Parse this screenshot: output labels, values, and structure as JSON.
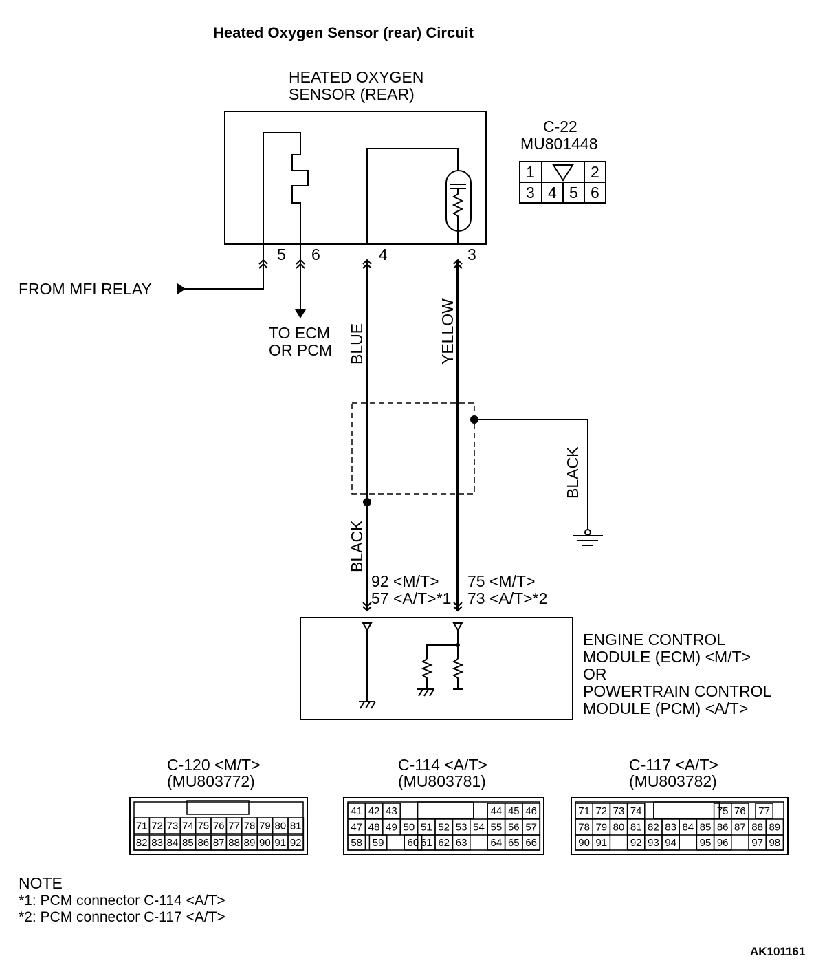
{
  "title": "Heated Oxygen Sensor (rear) Circuit",
  "sensor": {
    "line1": "HEATED OXYGEN",
    "line2": "SENSOR (REAR)"
  },
  "connector_c22": {
    "id": "C-22",
    "part": "MU801448",
    "pins": [
      "1",
      "2",
      "3",
      "4",
      "5",
      "6"
    ]
  },
  "pins": {
    "p5": "5",
    "p6": "6",
    "p4": "4",
    "p3": "3"
  },
  "from_mfi_relay": "FROM MFI RELAY",
  "to_ecm": {
    "line1": "TO ECM",
    "line2": "OR PCM"
  },
  "wire_colors": {
    "blue": "BLUE",
    "yellow": "YELLOW",
    "black_shield": "BLACK",
    "black_ground": "BLACK"
  },
  "terminals": {
    "left_line1": "92 <M/T>",
    "left_line2": "57 <A/T>*1",
    "right_line1": "75 <M/T>",
    "right_line2": "73 <A/T>*2"
  },
  "module": {
    "line1": "ENGINE CONTROL",
    "line2": "MODULE (ECM) <M/T>",
    "line3": "OR",
    "line4": "POWERTRAIN CONTROL",
    "line5": "MODULE (PCM) <A/T>"
  },
  "connectors": [
    {
      "label": "C-120 <M/T>",
      "part": "(MU803772)",
      "row1": [
        "71",
        "72",
        "73",
        "74",
        "75",
        "76",
        "77",
        "78",
        "79",
        "80",
        "81"
      ],
      "row2": [
        "82",
        "83",
        "84",
        "85",
        "86",
        "87",
        "88",
        "89",
        "90",
        "91",
        "92"
      ]
    },
    {
      "label": "C-114 <A/T>",
      "part": "(MU803781)",
      "row1": [
        "41",
        "42",
        "43",
        "44",
        "45",
        "46"
      ],
      "row2": [
        "47",
        "48",
        "49",
        "50",
        "51",
        "52",
        "53",
        "54",
        "55",
        "56",
        "57"
      ],
      "row3": [
        "58",
        "59",
        "60",
        "61",
        "62",
        "63",
        "64",
        "65",
        "66"
      ]
    },
    {
      "label": "C-117 <A/T>",
      "part": "(MU803782)",
      "row1": [
        "71",
        "72",
        "73",
        "74",
        "75",
        "76",
        "77"
      ],
      "row2": [
        "78",
        "79",
        "80",
        "81",
        "82",
        "83",
        "84",
        "85",
        "86",
        "87",
        "88",
        "89"
      ],
      "row3": [
        "90",
        "91",
        "92",
        "93",
        "94",
        "95",
        "96",
        "97",
        "98"
      ]
    }
  ],
  "note": {
    "heading": "NOTE",
    "line1": "*1: PCM connector C-114 <A/T>",
    "line2": "*2: PCM connector C-117 <A/T>"
  },
  "figure_code": "AK101161"
}
